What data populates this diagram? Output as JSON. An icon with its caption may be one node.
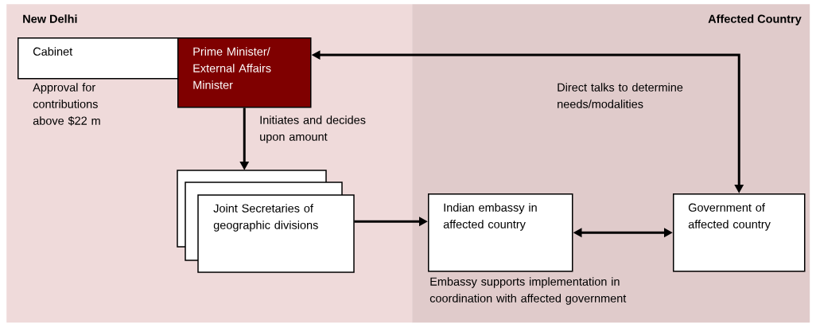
{
  "diagram": {
    "nodes": [
      {
        "text": [
          "New Delhi"
        ]
      },
      {
        "text": [
          "Affected Country"
        ]
      },
      {
        "text": [
          "Cabinet"
        ],
        "in": 0,
        "beside": [
          "Approval for contributions above $22 m"
        ]
      },
      {
        "text": [
          "Prime Minister/ External Affairs Minister"
        ],
        "in": 0
      },
      {
        "text": [
          "Joint Secretaries of geographic divisions"
        ],
        "in": 0
      },
      {
        "text": [
          "Indian embassy in affected country"
        ],
        "in": 1,
        "beside": [
          "Embassy supports implementation in coordination with affected government"
        ]
      },
      {
        "text": [
          "Government of affected country"
        ],
        "in": 1
      }
    ],
    "edges": [
      {
        "from": 3,
        "to": 4,
        "arrow": "to",
        "label": "Initiates and decides upon amount"
      },
      {
        "from": 6,
        "to": 3,
        "arrow": "both",
        "label": "Direct talks to determine needs/modalities"
      },
      {
        "from": 4,
        "to": 5,
        "arrow": "to"
      },
      {
        "from": 5,
        "to": 6,
        "arrow": "both"
      }
    ]
  }
}
